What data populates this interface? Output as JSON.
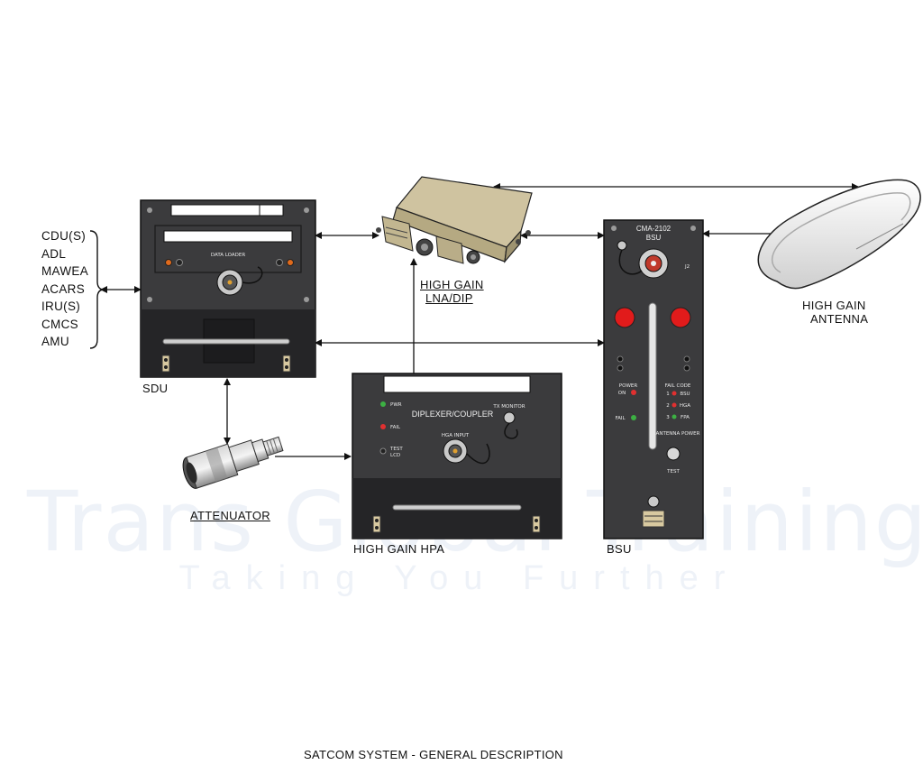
{
  "watermark": {
    "brand": "Trans Global Training",
    "tagline": "Taking You Further"
  },
  "interfaces": [
    "CDU(S)",
    "ADL",
    "MAWEA",
    "ACARS",
    "IRU(S)",
    "CMCS",
    "AMU"
  ],
  "components": {
    "sdu": "SDU",
    "lna_line1": "HIGH GAIN",
    "lna_line2": "LNA/DIP",
    "hpa": "HIGH GAIN HPA",
    "bsu": "BSU",
    "antenna_line1": "HIGH GAIN",
    "antenna_line2": "ANTENNA",
    "attenuator": "ATTENUATOR"
  },
  "hpa_panel": {
    "title": "DIPLEXER/COUPLER"
  },
  "bsu_panel": {
    "model": "CMA-2102",
    "unit": "BSU",
    "power": "POWER",
    "on": "ON",
    "fail": "FAIL",
    "fail_code": "FAIL CODE",
    "codes": [
      {
        "num": "1",
        "label": "BSU"
      },
      {
        "num": "2",
        "label": "HGA"
      },
      {
        "num": "3",
        "label": "FPA"
      }
    ],
    "antenna_power": "ANTENNA POWER",
    "test": "TEST"
  },
  "caption": "SATCOM SYSTEM - GENERAL DESCRIPTION"
}
